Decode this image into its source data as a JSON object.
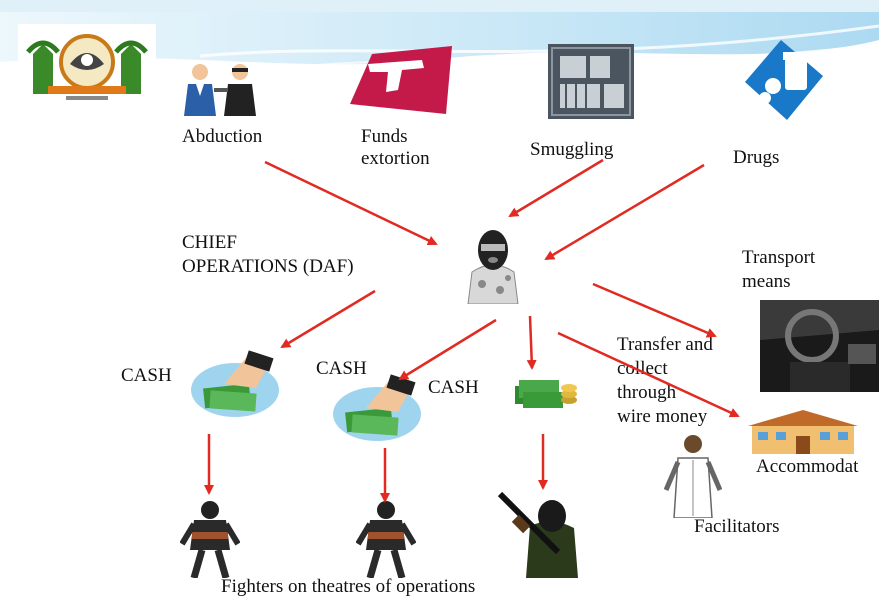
{
  "colors": {
    "arrow": "#e02a22",
    "header_wave": "#bfe3f5",
    "extortion": "#c41a4a",
    "drugs": "#1a78c8",
    "smuggling": "#4a5560"
  },
  "top_sources": {
    "abduction": "Abduction",
    "funds_extortion_line1": "Funds",
    "funds_extortion_line2": "extortion",
    "smuggling": "Smuggling",
    "drugs": "Drugs"
  },
  "center": {
    "chief_line1": "CHIEF",
    "chief_line2": "OPERATIONS (DAF)"
  },
  "cash_labels": [
    "CASH",
    "CASH",
    "CASH"
  ],
  "right_side": {
    "transport_line1": "Transport",
    "transport_line2": "means",
    "transfer_lines": [
      "Transfer and",
      "collect",
      "through",
      "wire money"
    ],
    "accommodation": "Accommodat",
    "facilitators": "Facilitators"
  },
  "footer": "Fighters on theatres of operations",
  "icons": [
    "emblem-logo",
    "abduction-icon",
    "gun-icon",
    "smuggling-icon",
    "drugs-icon",
    "masked-chief-icon",
    "cash-hand-icon",
    "cash-hand-icon",
    "money-stack-icon",
    "car-interior-image",
    "hotel-icon",
    "facilitator-icon",
    "fighter-icon",
    "fighter-icon",
    "armed-fighter-icon"
  ]
}
